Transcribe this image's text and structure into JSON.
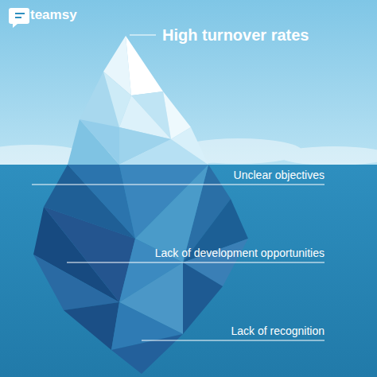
{
  "diagram": {
    "labels": [
      "teamsy",
      "High turnover rates",
      "Unclear objectives",
      "Lack of development opportunities",
      "Lack of recognition"
    ]
  }
}
